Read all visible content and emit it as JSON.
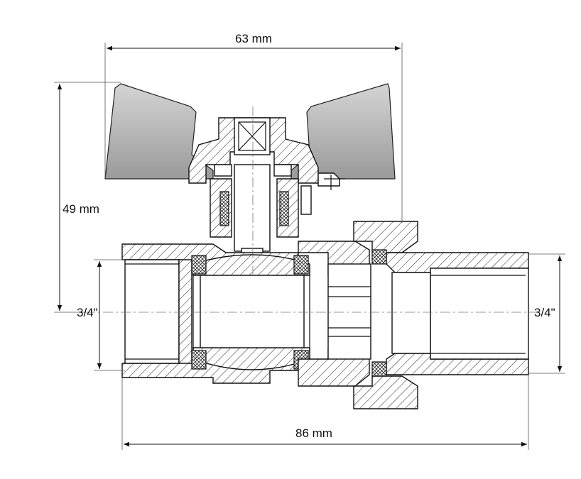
{
  "dimensions": {
    "handle_width": "63 mm",
    "total_height": "49 mm",
    "total_length": "86 mm",
    "inlet_thread": "3/4\"",
    "outlet_thread": "3/4\""
  }
}
